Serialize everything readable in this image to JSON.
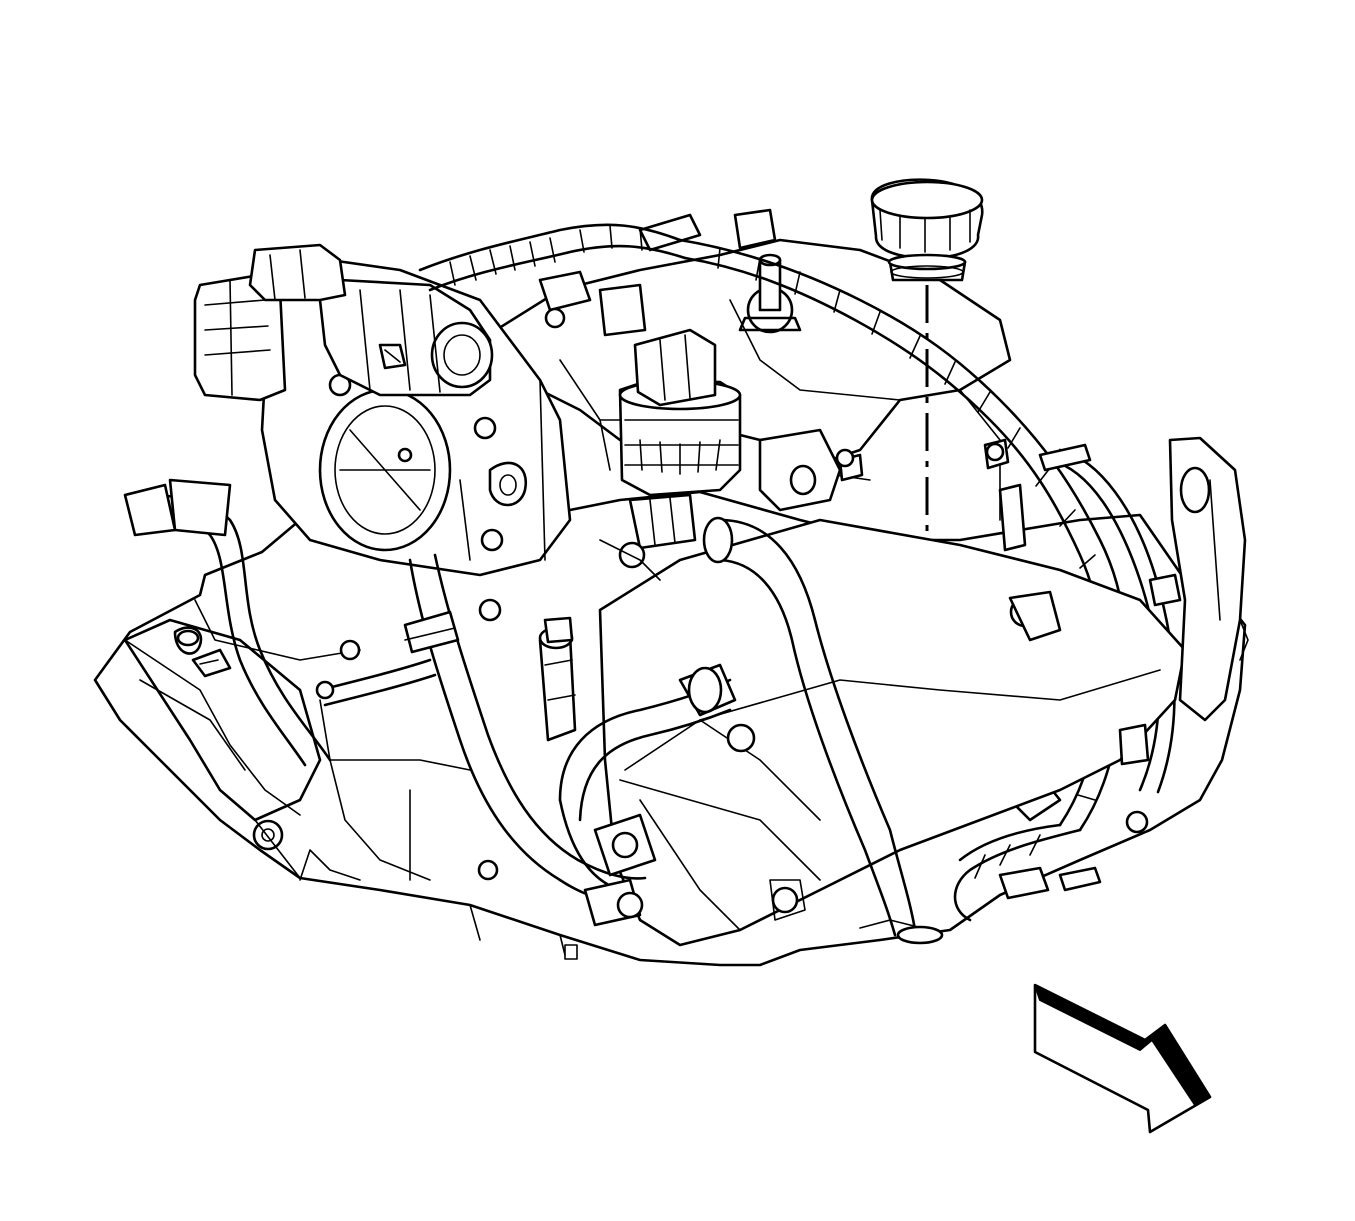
{
  "illustration": {
    "style": "black line art on white",
    "background": "#ffffff",
    "stroke": "#000000"
  },
  "parts": [
    "engine-block",
    "throttle-body",
    "sensor-connector",
    "wiring-harness",
    "coolant-hose",
    "oil-fill-cap",
    "oil-fill-tube",
    "valve-cover",
    "lift-bracket",
    "mounting-bolt",
    "view-direction-arrow"
  ]
}
